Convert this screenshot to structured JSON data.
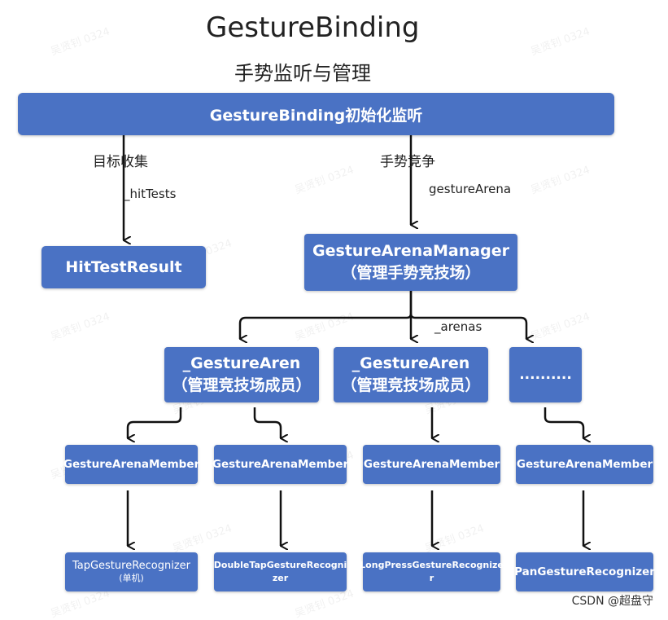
{
  "header": {
    "title": "GestureBinding",
    "subtitle": "手势监听与管理"
  },
  "nodes": {
    "binding": "GestureBinding初始化监听",
    "hit_test_result": "HitTestResult",
    "manager_line1": "GestureArenaManager",
    "manager_line2": "（管理手势竞技场）",
    "arena1_line1": "_GestureAren",
    "arena1_line2": "（管理竞技场成员）",
    "arena2_line1": "_GestureAren",
    "arena2_line2": "（管理竞技场成员）",
    "arena3": "..........",
    "member1": "GestureArenaMember",
    "member2": "GestureArenaMember",
    "member3": "GestureArenaMember",
    "member4": "GestureArenaMember",
    "recognizer1_line1": "TapGestureRecognizer",
    "recognizer1_line2": "(单机)",
    "recognizer2_line1": "DoubleTapGestureRecogni",
    "recognizer2_line2": "zer",
    "recognizer3_line1": "LongPressGestureRecognize",
    "recognizer3_line2": "r",
    "recognizer4": "PanGestureRecognizer"
  },
  "edge_labels": {
    "target_collect": "目标收集",
    "hit_tests": "_hitTests",
    "gesture_compete": "手势竞争",
    "gesture_arena": "gestureArena",
    "arenas": "_arenas"
  },
  "watermark": "吴贤钊 0324",
  "footer": "CSDN @超盘守",
  "colors": {
    "node_fill": "#4a72c4",
    "node_text": "#ffffff",
    "arrow": "#111111"
  }
}
